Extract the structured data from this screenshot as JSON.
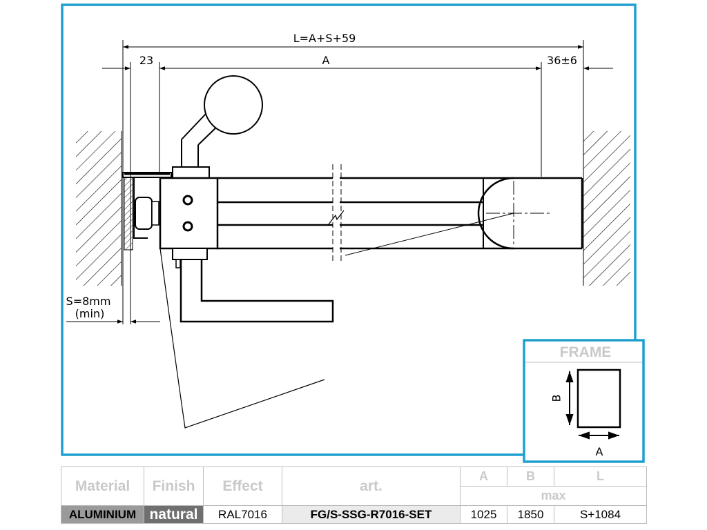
{
  "dimensions": {
    "overall": "L=A+S+59",
    "left_offset": "23",
    "span": "A",
    "right_offset": "36±6",
    "gap_line1": "S=8mm",
    "gap_line2": "(min)"
  },
  "frame_inset": {
    "title": "FRAME",
    "label_height": "B",
    "label_width": "A"
  },
  "spec_table": {
    "headers": {
      "material": "Material",
      "finish": "Finish",
      "effect": "Effect",
      "art": "art.",
      "a": "A",
      "b": "B",
      "l": "L",
      "max": "max"
    },
    "row": {
      "material": "ALUMINIUM",
      "finish": "natural",
      "effect": "RAL7016",
      "art": "FG/S-SSG-R7016-SET",
      "a": "1025",
      "b": "1850",
      "l": "S+1084"
    }
  },
  "colors": {
    "border_accent": "#1f9fd0",
    "header_text": "#c9c9c9",
    "material_bg": "#9a9a9a",
    "finish_bg": "#6f6f6f",
    "art_bg": "#ebebeb"
  }
}
